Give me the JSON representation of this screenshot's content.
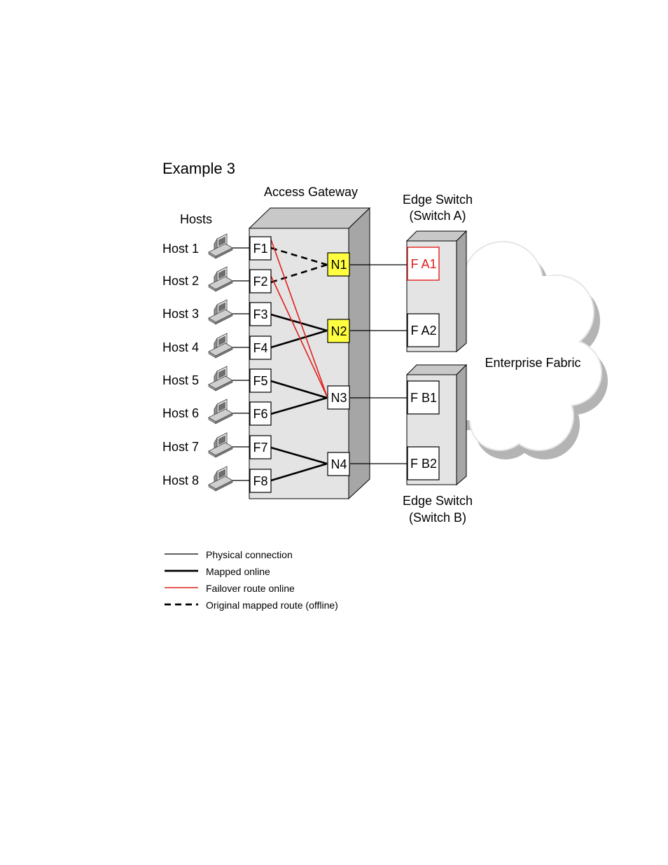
{
  "title": "Example 3",
  "labels": {
    "access_gateway": "Access Gateway",
    "hosts": "Hosts",
    "edge_switch_a_line1": "Edge Switch",
    "edge_switch_a_line2": "(Switch A)",
    "edge_switch_b_line1": "Edge Switch",
    "edge_switch_b_line2": "(Switch B)",
    "enterprise_fabric": "Enterprise Fabric"
  },
  "hosts": [
    "Host 1",
    "Host 2",
    "Host 3",
    "Host 4",
    "Host 5",
    "Host 6",
    "Host 7",
    "Host 8"
  ],
  "f_ports": [
    "F1",
    "F2",
    "F3",
    "F4",
    "F5",
    "F6",
    "F7",
    "F8"
  ],
  "n_ports": [
    {
      "label": "N1",
      "highlighted": true
    },
    {
      "label": "N2",
      "highlighted": true
    },
    {
      "label": "N3",
      "highlighted": false
    },
    {
      "label": "N4",
      "highlighted": false
    }
  ],
  "switch_a_ports": [
    {
      "label": "F A1",
      "failed": true
    },
    {
      "label": "F A2",
      "failed": false
    }
  ],
  "switch_b_ports": [
    {
      "label": "F B1",
      "failed": false
    },
    {
      "label": "F B2",
      "failed": false
    }
  ],
  "legend": {
    "physical": "Physical connection",
    "mapped": "Mapped online",
    "failover": "Failover route online",
    "original": "Original mapped route (offline)"
  },
  "colors": {
    "highlight": "#ffff40",
    "failover": "#e0201c",
    "box_face": "#e4e4e4",
    "box_top": "#c8c8c8",
    "box_side": "#a6a6a6",
    "cloud_shadow": "#b4b4b4"
  }
}
